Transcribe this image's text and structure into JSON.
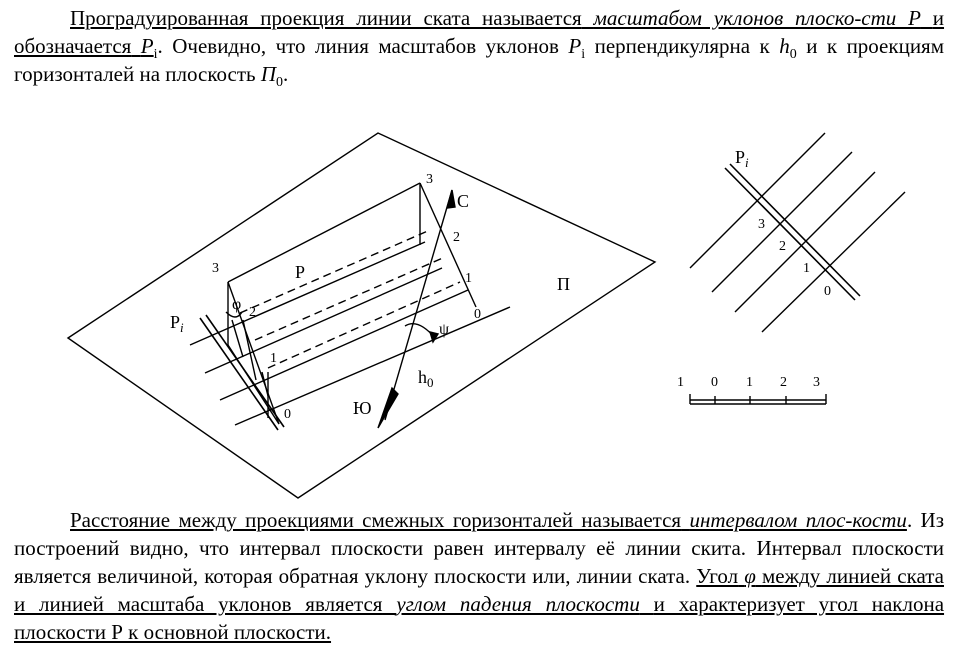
{
  "paragraph_top": {
    "s1a": "Проградуированная проекция линии ската называется",
    "s1term": "масштабом уклонов плоско-сти Р",
    "s1b": "и обозначается",
    "pi_P": "P",
    "pi_i": "i",
    "s2a": ". Очевидно, что линия масштабов уклонов",
    "s2b": "перпендикулярна к",
    "h_h": "h",
    "h_0": "0",
    "s2c": "и к проекциям горизонталей на плоскость",
    "pi_sym": "П",
    "pi_0": "0",
    "end": "."
  },
  "diagram_left": {
    "label_3a": "3",
    "label_3b": "3",
    "label_P": "P",
    "label_phi": "φ",
    "label_Pi": "P",
    "label_Pi_sub": "i",
    "label_2a": "2",
    "label_2b": "2",
    "label_1a": "1",
    "label_1b": "1",
    "label_0a": "0",
    "label_0b": "0",
    "label_C": "С",
    "label_Pi_plane": "П",
    "label_psi": "ψ",
    "label_h0": "h",
    "label_h0_sub": "0",
    "label_Yu": "Ю"
  },
  "diagram_right": {
    "label_Pi": "P",
    "label_Pi_sub": "i",
    "label_3": "3",
    "label_2": "2",
    "label_1": "1",
    "label_0": "0",
    "scale_labels": [
      "1",
      "0",
      "1",
      "2",
      "3"
    ]
  },
  "paragraph_bottom": {
    "s1a": "Расстояние между проекциями смежных горизонталей называется",
    "s1term": "интервалом плос-кости",
    "s1b": ". Из построений видно, что интервал плоскости равен интервалу её линии скита. Интервал плоскости является величиной, которая обратная уклону плоскости или, линии ската.",
    "s2a": "Угол",
    "phi": "φ",
    "s2b": "между линией ската и  линией масштаба уклонов является",
    "s2term": "углом падения плоскости",
    "s2c": "и характеризует угол наклона плоскости Р к основной плоскости."
  }
}
